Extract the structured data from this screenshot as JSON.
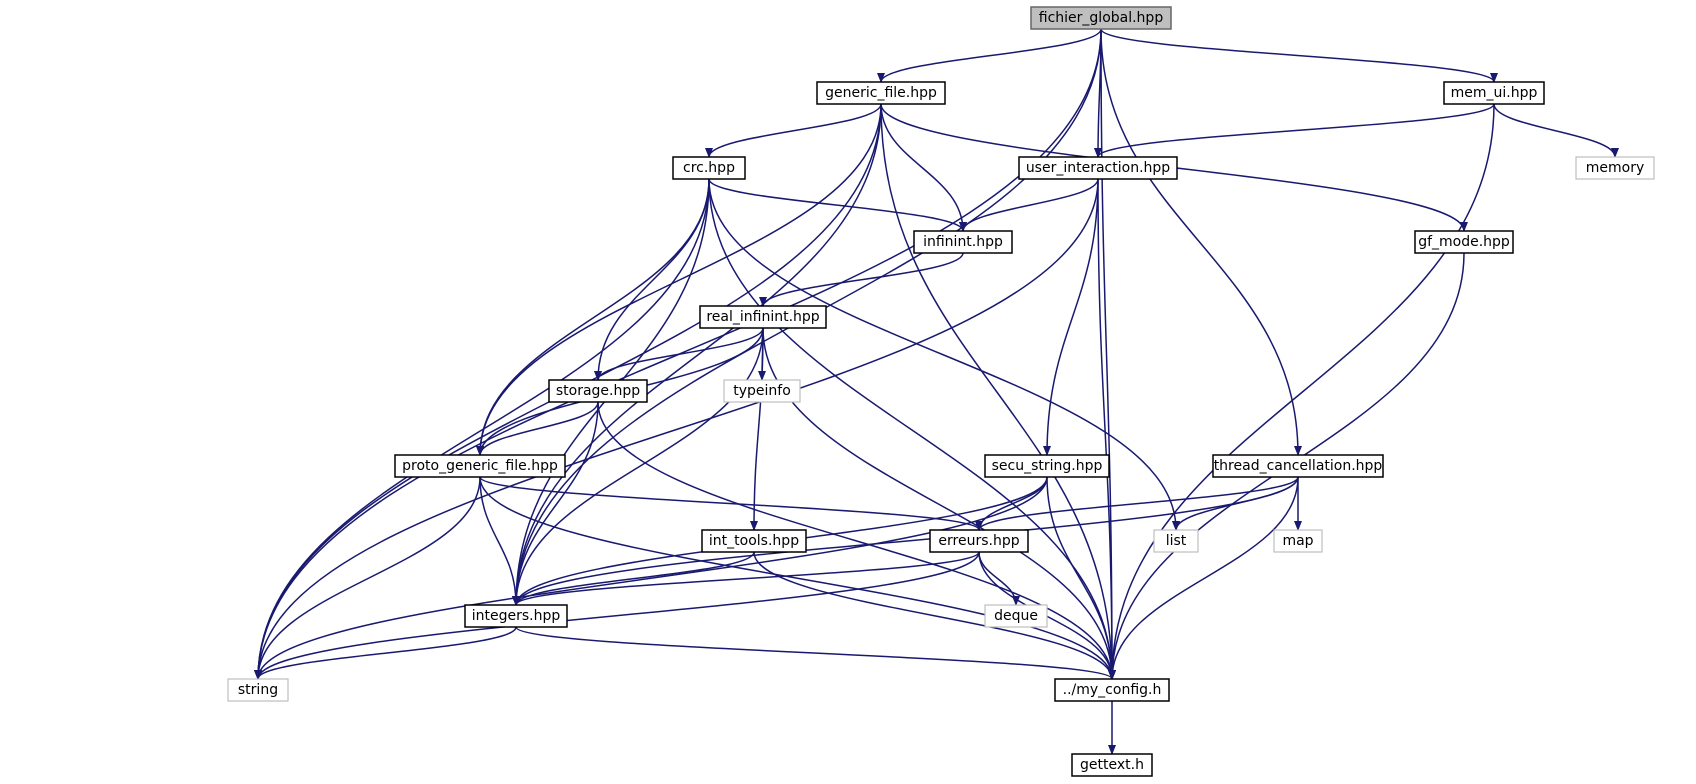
{
  "diagram": {
    "type": "include-dependency-graph",
    "edge_color": "#191970",
    "root_fill": "#bfbfbf",
    "external_stroke": "#bfbfbf",
    "nodes": [
      {
        "id": "fichier_global",
        "label": "fichier_global.hpp",
        "kind": "root"
      },
      {
        "id": "generic_file",
        "label": "generic_file.hpp",
        "kind": "header"
      },
      {
        "id": "mem_ui",
        "label": "mem_ui.hpp",
        "kind": "header"
      },
      {
        "id": "crc",
        "label": "crc.hpp",
        "kind": "header"
      },
      {
        "id": "user_interaction",
        "label": "user_interaction.hpp",
        "kind": "header"
      },
      {
        "id": "memory",
        "label": "memory",
        "kind": "external"
      },
      {
        "id": "infinint",
        "label": "infinint.hpp",
        "kind": "header"
      },
      {
        "id": "gf_mode",
        "label": "gf_mode.hpp",
        "kind": "header"
      },
      {
        "id": "real_infinint",
        "label": "real_infinint.hpp",
        "kind": "header"
      },
      {
        "id": "storage",
        "label": "storage.hpp",
        "kind": "header"
      },
      {
        "id": "typeinfo",
        "label": "typeinfo",
        "kind": "external"
      },
      {
        "id": "proto_generic_file",
        "label": "proto_generic_file.hpp",
        "kind": "header"
      },
      {
        "id": "secu_string",
        "label": "secu_string.hpp",
        "kind": "header"
      },
      {
        "id": "thread_cancellation",
        "label": "thread_cancellation.hpp",
        "kind": "header"
      },
      {
        "id": "int_tools",
        "label": "int_tools.hpp",
        "kind": "header"
      },
      {
        "id": "erreurs",
        "label": "erreurs.hpp",
        "kind": "header"
      },
      {
        "id": "list",
        "label": "list",
        "kind": "external"
      },
      {
        "id": "map",
        "label": "map",
        "kind": "external"
      },
      {
        "id": "integers",
        "label": "integers.hpp",
        "kind": "header"
      },
      {
        "id": "deque",
        "label": "deque",
        "kind": "external"
      },
      {
        "id": "string",
        "label": "string",
        "kind": "external"
      },
      {
        "id": "my_config",
        "label": "../my_config.h",
        "kind": "header"
      },
      {
        "id": "gettext",
        "label": "gettext.h",
        "kind": "header"
      }
    ],
    "edges": [
      [
        "fichier_global",
        "generic_file"
      ],
      [
        "fichier_global",
        "mem_ui"
      ],
      [
        "fichier_global",
        "user_interaction"
      ],
      [
        "fichier_global",
        "thread_cancellation"
      ],
      [
        "fichier_global",
        "integers"
      ],
      [
        "fichier_global",
        "string"
      ],
      [
        "fichier_global",
        "my_config"
      ],
      [
        "generic_file",
        "crc"
      ],
      [
        "generic_file",
        "infinint"
      ],
      [
        "generic_file",
        "gf_mode"
      ],
      [
        "generic_file",
        "proto_generic_file"
      ],
      [
        "generic_file",
        "integers"
      ],
      [
        "generic_file",
        "string"
      ],
      [
        "generic_file",
        "my_config"
      ],
      [
        "mem_ui",
        "user_interaction"
      ],
      [
        "mem_ui",
        "memory"
      ],
      [
        "mem_ui",
        "my_config"
      ],
      [
        "crc",
        "infinint"
      ],
      [
        "crc",
        "storage"
      ],
      [
        "crc",
        "proto_generic_file"
      ],
      [
        "crc",
        "integers"
      ],
      [
        "crc",
        "string"
      ],
      [
        "crc",
        "list"
      ],
      [
        "crc",
        "my_config"
      ],
      [
        "user_interaction",
        "infinint"
      ],
      [
        "user_interaction",
        "secu_string"
      ],
      [
        "user_interaction",
        "string"
      ],
      [
        "user_interaction",
        "my_config"
      ],
      [
        "infinint",
        "real_infinint"
      ],
      [
        "gf_mode",
        "my_config"
      ],
      [
        "real_infinint",
        "storage"
      ],
      [
        "real_infinint",
        "typeinfo"
      ],
      [
        "real_infinint",
        "proto_generic_file"
      ],
      [
        "real_infinint",
        "int_tools"
      ],
      [
        "real_infinint",
        "integers"
      ],
      [
        "real_infinint",
        "my_config"
      ],
      [
        "storage",
        "proto_generic_file"
      ],
      [
        "storage",
        "integers"
      ],
      [
        "storage",
        "my_config"
      ],
      [
        "proto_generic_file",
        "erreurs"
      ],
      [
        "proto_generic_file",
        "integers"
      ],
      [
        "proto_generic_file",
        "string"
      ],
      [
        "proto_generic_file",
        "my_config"
      ],
      [
        "secu_string",
        "erreurs"
      ],
      [
        "secu_string",
        "integers"
      ],
      [
        "secu_string",
        "string"
      ],
      [
        "secu_string",
        "my_config"
      ],
      [
        "thread_cancellation",
        "erreurs"
      ],
      [
        "thread_cancellation",
        "list"
      ],
      [
        "thread_cancellation",
        "map"
      ],
      [
        "thread_cancellation",
        "integers"
      ],
      [
        "thread_cancellation",
        "my_config"
      ],
      [
        "int_tools",
        "integers"
      ],
      [
        "int_tools",
        "my_config"
      ],
      [
        "erreurs",
        "integers"
      ],
      [
        "erreurs",
        "deque"
      ],
      [
        "erreurs",
        "string"
      ],
      [
        "erreurs",
        "my_config"
      ],
      [
        "integers",
        "string"
      ],
      [
        "integers",
        "my_config"
      ],
      [
        "my_config",
        "gettext"
      ]
    ]
  }
}
